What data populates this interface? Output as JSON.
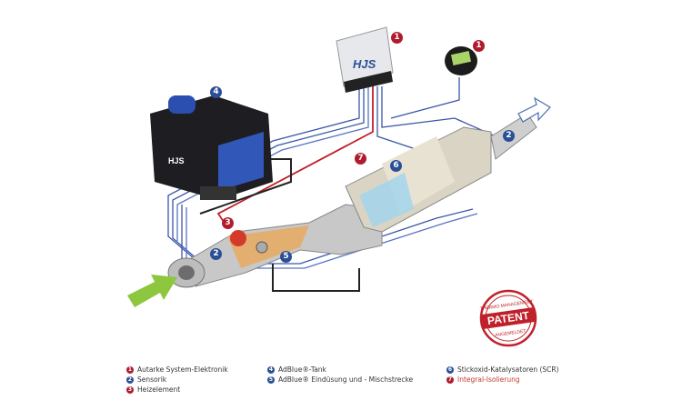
{
  "components": {
    "ecu_logo": "HJS",
    "tank_logo": "HJS",
    "badges": {
      "ecu": "1",
      "display": "1",
      "tank": "4",
      "sensor_outlet": "2",
      "insulation": "7",
      "scr": "6",
      "heater": "3",
      "sensor_inlet": "2",
      "dosing": "5"
    }
  },
  "stamp": {
    "top": "THERMO MANAGEMENT",
    "center": "PATENT",
    "bottom": "ANGEMELDET"
  },
  "legend": [
    {
      "num": "1",
      "label": "Autarke System-Elektronik",
      "color": "#b01c2e"
    },
    {
      "num": "2",
      "label": "Sensorik",
      "color": "#2a4f96"
    },
    {
      "num": "3",
      "label": "Heizelement",
      "color": "#b01c2e"
    },
    {
      "num": "4",
      "label": "AdBlue®-Tank",
      "color": "#2a4f96"
    },
    {
      "num": "5",
      "label": "AdBlue® Eindüsung und - Mischstrecke",
      "color": "#2a4f96"
    },
    {
      "num": "6",
      "label": "Stickoxid-Katalysatoren (SCR)",
      "color": "#2a4f96"
    },
    {
      "num": "7",
      "label": "Integral-Isolierung",
      "color": "#b01c2e"
    }
  ]
}
